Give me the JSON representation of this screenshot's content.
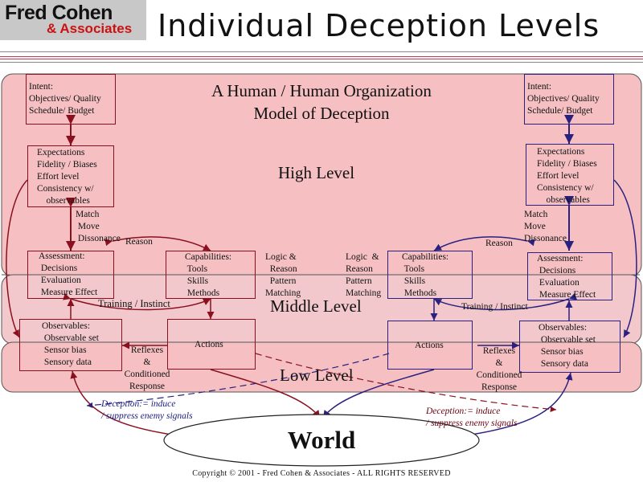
{
  "logo": {
    "line1": "Fred Cohen",
    "line2": "& Associates"
  },
  "title": "Individual Deception Levels",
  "diagram_title": {
    "line1": "A Human / Human Organization",
    "line2": "Model of Deception"
  },
  "levels": {
    "high": "High Level",
    "middle": "Middle Level",
    "low": "Low Level"
  },
  "left": {
    "intent": "Intent:\nObjectives/ Quality\nSchedule/ Budget",
    "expectations": "Expectations\nFidelity / Biases\nEffort level\nConsistency w/\n    observables",
    "match": "Match\n Move\n Dissonance",
    "reason": "Reason",
    "assessment": "Assessment:\n Decisions\n Evaluation\n Measure Effect",
    "capabilities": "Capabilities:\n Tools\n Skills\n Methods",
    "logic": "Logic &\n  Reason\n  Pattern\nMatching",
    "training": "Training / Instinct",
    "observables": "Observables:\n Observable set\n Sensor bias\n Sensory data",
    "actions": "Actions",
    "reflexes": "Reflexes\n&\nConditioned\nResponse",
    "deception": "Deception:= induce\n/ suppress enemy signals"
  },
  "right": {
    "intent": "Intent:\nObjectives/ Quality\nSchedule/ Budget",
    "expectations": "Expectations\nFidelity / Biases\nEffort level\nConsistency w/\n    observables",
    "match": "Match\nMove\nDissonance",
    "reason": "Reason",
    "assessment": "Assessment:\n Decisions\n Evaluation\n Measure Effect",
    "capabilities": "Capabilities:\n Tools\n Skills\n Methods",
    "logic": "Logic  &\nReason\nPattern\nMatching",
    "training": "Training / Instinct",
    "observables": "Observables:\n Observable set\n Sensor bias\n Sensory data",
    "actions": "Actions",
    "reflexes": "Reflexes\n&\nConditioned\nResponse",
    "deception": "Deception:= induce\n/ suppress enemy signals"
  },
  "world": "World",
  "copyright": "Copyright © 2001 - Fred Cohen & Associates - ALL RIGHTS RESERVED",
  "colors": {
    "high_fill": "#f6c0c3",
    "mid_fill": "#f2c8cc",
    "low_fill": "#f6c0c3",
    "red": "#8a1020",
    "blue": "#2a2080",
    "logo_bg": "#c8c8c8",
    "logo_accent": "#cc1111"
  }
}
